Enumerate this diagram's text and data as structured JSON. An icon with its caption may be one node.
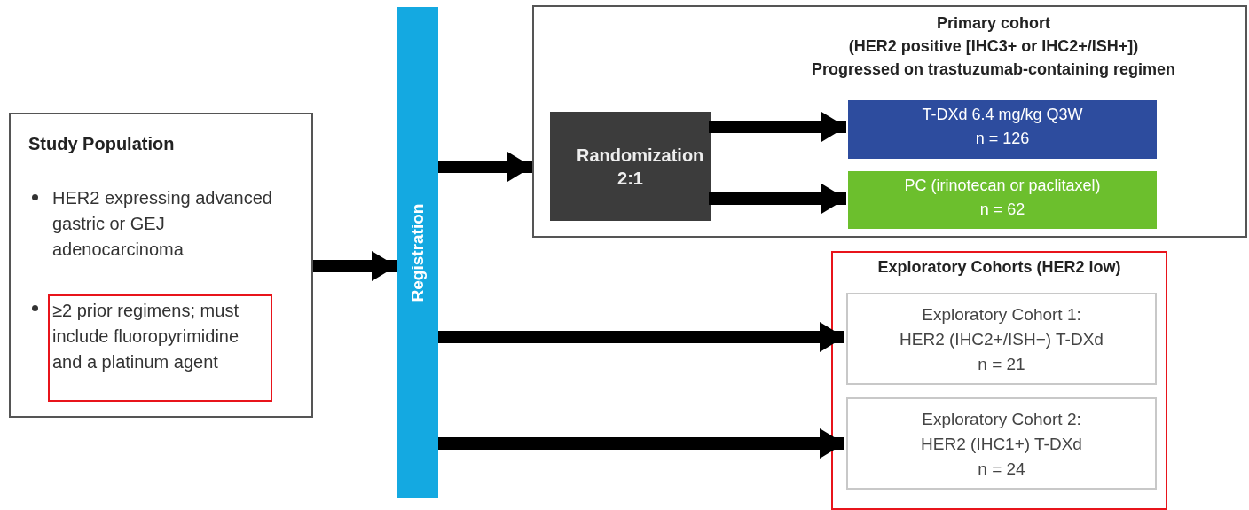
{
  "diagram": {
    "nodes": [
      {
        "text": [
          "Study Population",
          "HER2 expressing advanced gastric or GEJ adenocarcinoma"
        ]
      },
      {
        "text": [
          "≥2 prior regimens; must include fluoropyrimidine and a platinum agent"
        ],
        "in": 0
      },
      {
        "text": [
          "Registration"
        ]
      },
      {
        "text": [
          "Primary cohort",
          "(HER2 positive [IHC3+ or IHC2+/ISH+])",
          "Progressed on trastuzumab-containing regimen"
        ]
      },
      {
        "text": [
          "Randomization 2:1"
        ],
        "in": 3
      },
      {
        "text": [
          "T-DXd 6.4 mg/kg Q3W",
          "n = 126"
        ],
        "in": 3
      },
      {
        "text": [
          "PC (irinotecan or paclitaxel)",
          "n = 62"
        ],
        "in": 3
      },
      {
        "text": [
          "Exploratory Cohorts (HER2 low)"
        ]
      },
      {
        "text": [
          "Exploratory Cohort 1:",
          "HER2 (IHC2+/ISH−) T-DXd",
          "n = 21"
        ],
        "in": 7
      },
      {
        "text": [
          "Exploratory Cohort 2:",
          "HER2 (IHC1+) T-DXd",
          "n = 24"
        ],
        "in": 7
      }
    ],
    "edges": [
      {
        "from": 0,
        "to": 2,
        "arrow": "to"
      },
      {
        "from": 2,
        "to": 3,
        "arrow": "to"
      },
      {
        "from": 4,
        "to": 5,
        "arrow": "to"
      },
      {
        "from": 4,
        "to": 6,
        "arrow": "to"
      },
      {
        "from": 2,
        "to": 8,
        "arrow": "to"
      },
      {
        "from": 2,
        "to": 9,
        "arrow": "to"
      }
    ]
  }
}
